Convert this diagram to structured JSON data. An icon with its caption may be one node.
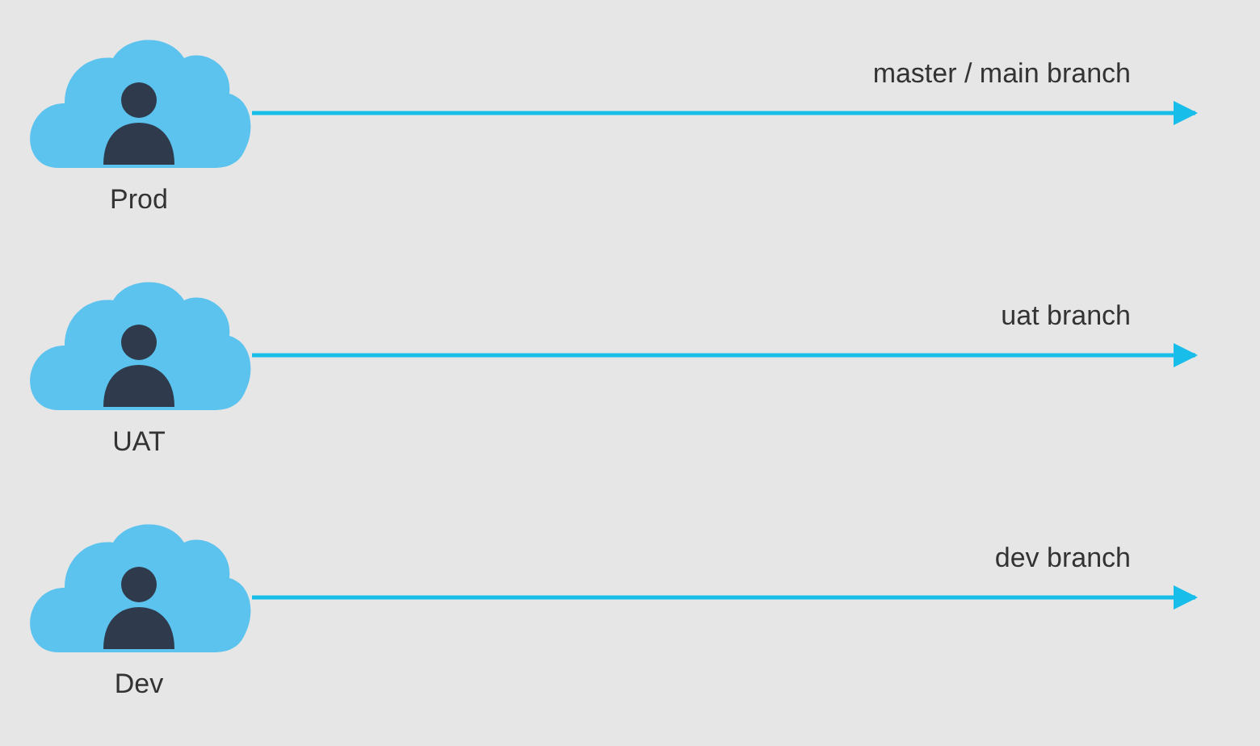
{
  "diagram": {
    "nodes": [
      {
        "text": [
          "Prod"
        ]
      },
      {
        "text": [
          "UAT"
        ]
      },
      {
        "text": [
          "Dev"
        ]
      }
    ],
    "edges": [
      {
        "from": 0,
        "to": null,
        "arrow": "to",
        "label": "master / main branch"
      },
      {
        "from": 1,
        "to": null,
        "arrow": "to",
        "label": "uat branch"
      },
      {
        "from": 2,
        "to": null,
        "arrow": "to",
        "label": "dev branch"
      }
    ]
  }
}
